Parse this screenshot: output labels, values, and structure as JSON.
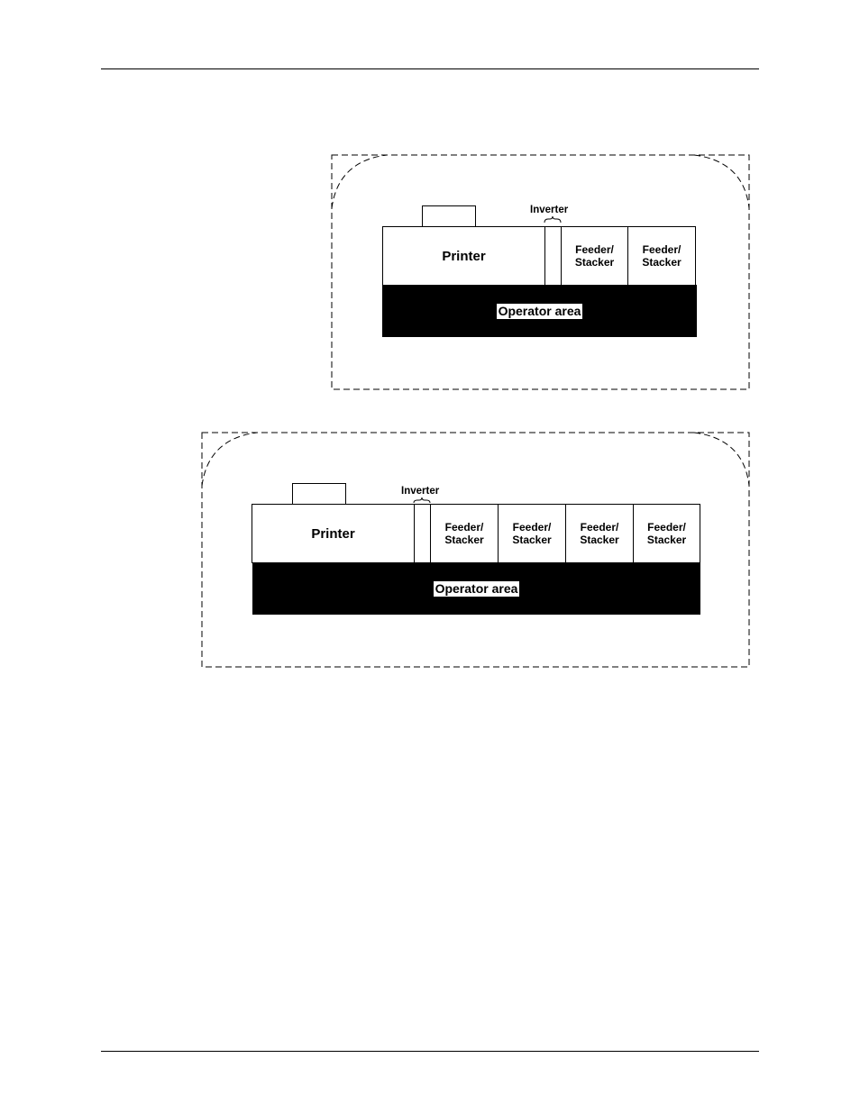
{
  "diagram_top": {
    "printer_label": "Printer",
    "inverter_label": "Inverter",
    "feeder_stackers": [
      {
        "line1": "Feeder/",
        "line2": "Stacker"
      },
      {
        "line1": "Feeder/",
        "line2": "Stacker"
      }
    ],
    "operator_area_label": "Operator area"
  },
  "diagram_bottom": {
    "printer_label": "Printer",
    "inverter_label": "Inverter",
    "feeder_stackers": [
      {
        "line1": "Feeder/",
        "line2": "Stacker"
      },
      {
        "line1": "Feeder/",
        "line2": "Stacker"
      },
      {
        "line1": "Feeder/",
        "line2": "Stacker"
      },
      {
        "line1": "Feeder/",
        "line2": "Stacker"
      }
    ],
    "operator_area_label": "Operator area"
  }
}
